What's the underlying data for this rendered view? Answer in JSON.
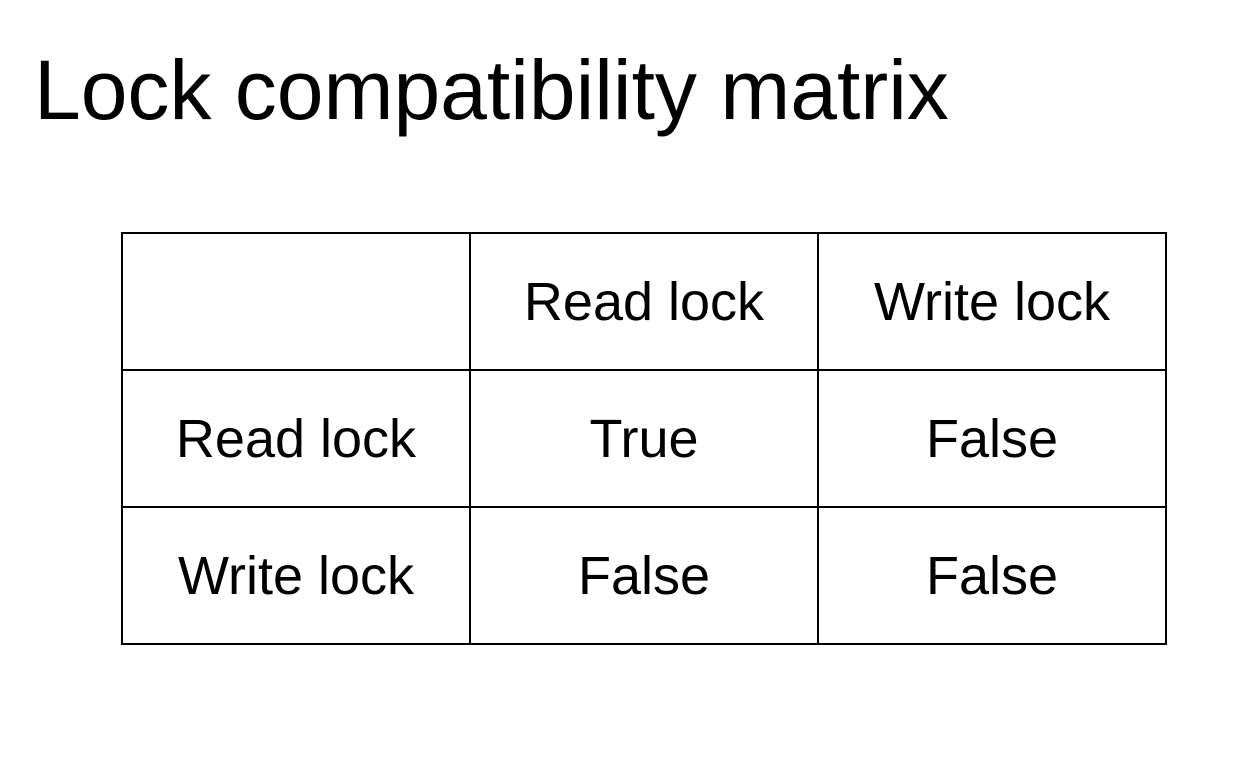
{
  "title": "Lock compatibility matrix",
  "table": {
    "column_headers": [
      "",
      "Read lock",
      "Write lock"
    ],
    "rows": [
      {
        "label": "Read lock",
        "cells": [
          "True",
          "False"
        ]
      },
      {
        "label": "Write lock",
        "cells": [
          "False",
          "False"
        ]
      }
    ]
  }
}
